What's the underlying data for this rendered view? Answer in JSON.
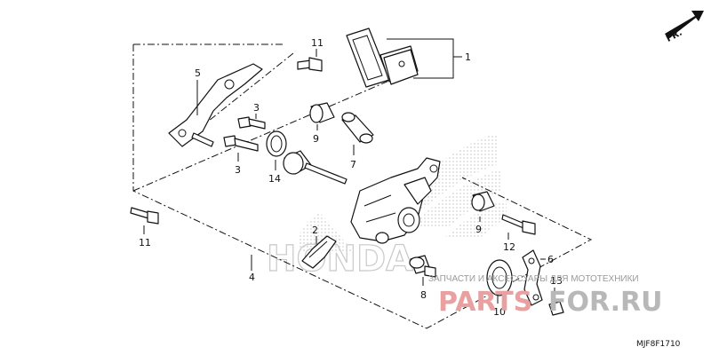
{
  "diagram": {
    "code": "MJF8F1710",
    "direction_label": "FR.",
    "watermark_text": "ЗАПЧАСТИ И АКСЕССУАРЫ ДЛЯ МОТОТЕХНИКИ",
    "watermark_logo_a": "PARTS",
    "watermark_logo_b": "FOR.RU",
    "background_logo": "HONDA",
    "callouts": {
      "c1": "1",
      "c2": "2",
      "c3a": "3",
      "c3b": "3",
      "c4": "4",
      "c5": "5",
      "c6": "6",
      "c7": "7",
      "c8": "8",
      "c9a": "9",
      "c9b": "9",
      "c10": "10",
      "c11a": "11",
      "c11b": "11",
      "c12": "12",
      "c13": "13",
      "c14": "14"
    }
  }
}
